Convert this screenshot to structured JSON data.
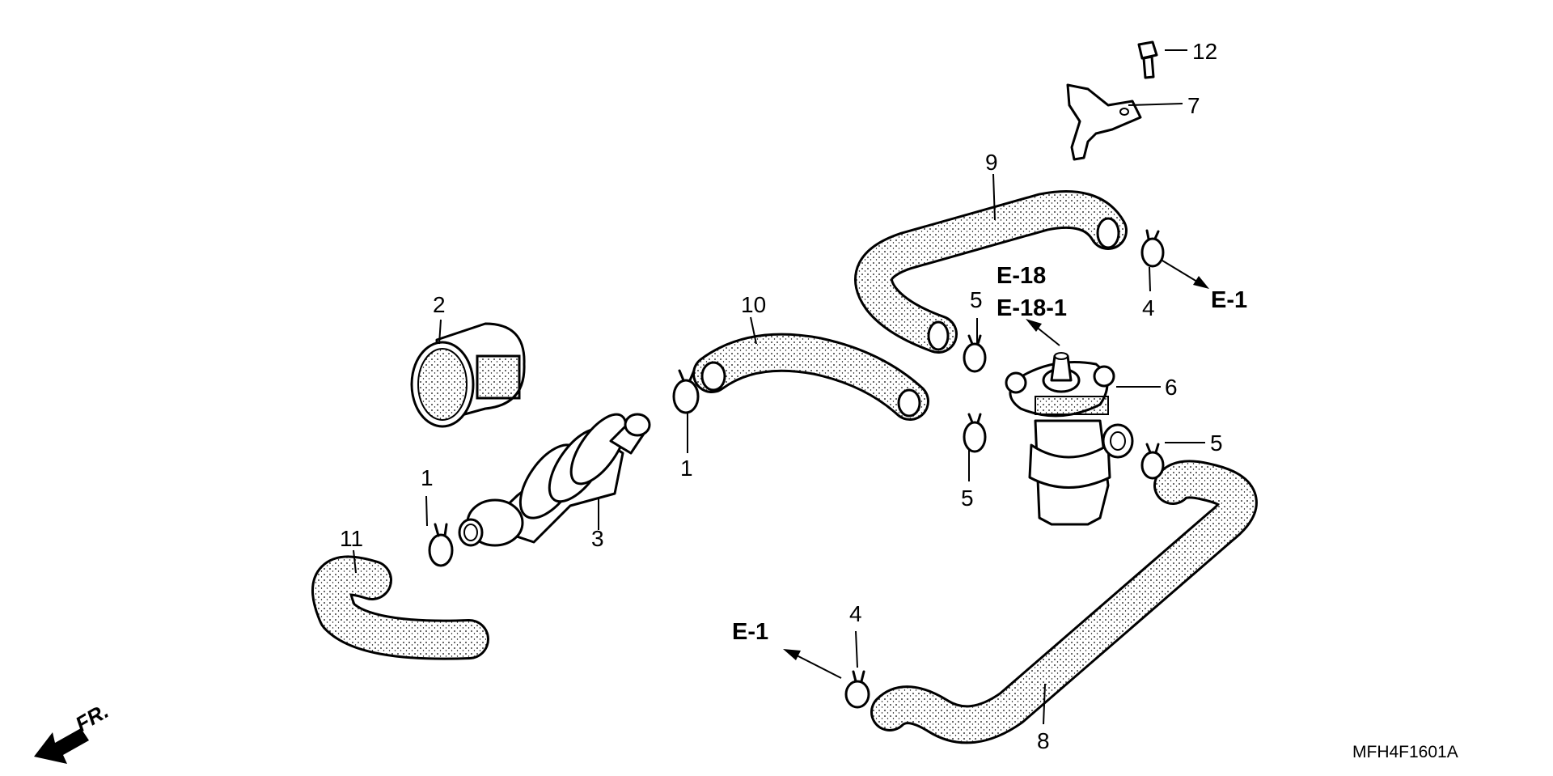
{
  "diagram": {
    "callouts": {
      "c1a": "1",
      "c1b": "1",
      "c2": "2",
      "c3": "3",
      "c4a": "4",
      "c4b": "4",
      "c5a": "5",
      "c5b": "5",
      "c5c": "5",
      "c6": "6",
      "c7": "7",
      "c8": "8",
      "c9": "9",
      "c10": "10",
      "c11": "11",
      "c12": "12"
    },
    "refs": {
      "e18": "E-18",
      "e18_1": "E-18-1",
      "e1_right": "E-1",
      "e1_left": "E-1"
    },
    "direction_label": "FR.",
    "drawing_code": "MFH4F1601A"
  }
}
